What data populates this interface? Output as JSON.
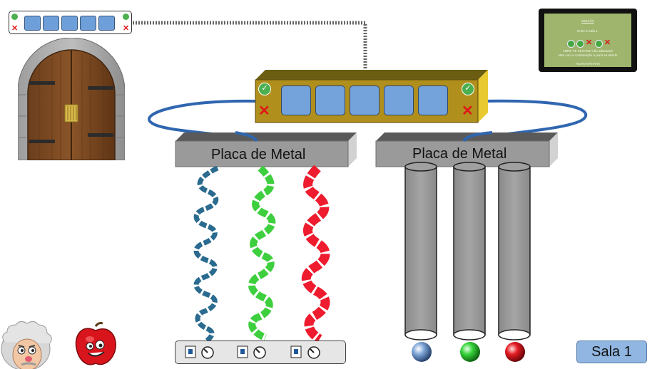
{
  "plates": [
    {
      "label": "Placa de Metal"
    },
    {
      "label": "Placa de Metal"
    }
  ],
  "tablet": {
    "title": "MISSÃO",
    "line1": "Entre à Sala 1.",
    "line2": "ABRE-TE SÉSAMO não adiantará!",
    "line3": "Mas com a combinação a porta se abrirá!",
    "footer": "HUAHAHAHAHA",
    "indicators": [
      "check",
      "check",
      "cross",
      "check",
      "cross"
    ]
  },
  "room_button": {
    "label": "Sala 1"
  },
  "wires": [
    {
      "color_name": "blue",
      "color": "#2a6b8f"
    },
    {
      "color_name": "green",
      "color": "#3ecf3e"
    },
    {
      "color_name": "red",
      "color": "#ee1c2e"
    }
  ],
  "tubes": [
    {
      "ball_color_name": "blue",
      "ball_color": "#5b87c4"
    },
    {
      "ball_color_name": "green",
      "ball_color": "#2ec43a"
    },
    {
      "ball_color_name": "red",
      "ball_color": "#e0141e"
    }
  ],
  "colors": {
    "lock_box": "#b08f1d",
    "slot": "#74a2da",
    "cable": "#2f66b0",
    "plate": "#9a9a9a",
    "check": "#4caf50",
    "cross": "#e01818",
    "tablet_screen": "#9fb56e",
    "room_button": "#90b6e1"
  }
}
